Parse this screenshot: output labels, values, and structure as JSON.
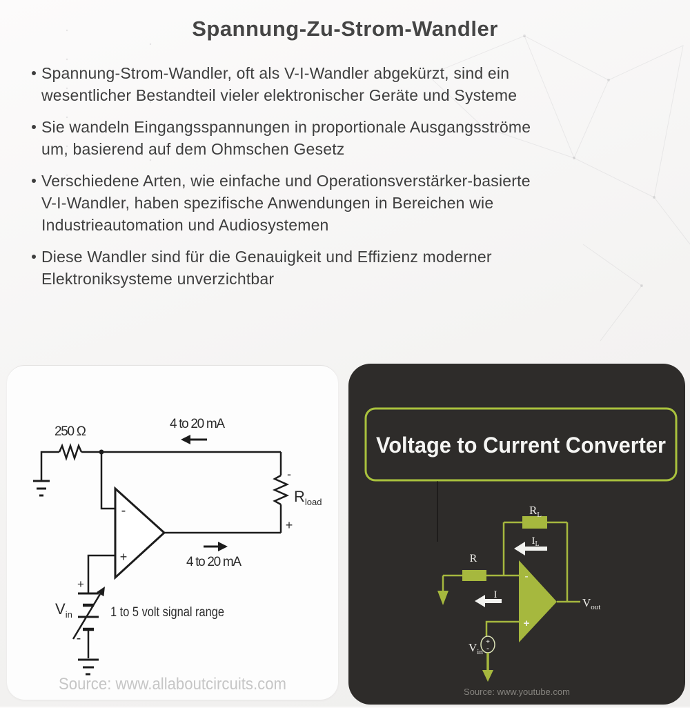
{
  "page": {
    "title": "Spannung-Zu-Strom-Wandler",
    "bullets": [
      {
        "lines": [
          "Spannung-Strom-Wandler, oft als V-I-Wandler abgekürzt, sind ein",
          "wesentlicher Bestandteil vieler elektronischer Geräte und Systeme"
        ]
      },
      {
        "lines": [
          "Sie wandeln Eingangsspannungen in proportionale Ausgangsströme",
          "um, basierend auf dem Ohmschen Gesetz"
        ]
      },
      {
        "lines": [
          "Verschiedene Arten, wie einfache und Operationsverstärker-basierte",
          "V-I-Wandler, haben spezifische Anwendungen in Bereichen wie",
          "Industrieautomation und Audiosystemen"
        ]
      },
      {
        "lines": [
          "Diese Wandler sind für die Genauigkeit und Effizienz moderner",
          "Elektroniksysteme unverzichtbar"
        ]
      }
    ]
  },
  "left_figure": {
    "resistor_label": "250 Ω",
    "current_top": "4 to 20 mA",
    "current_bottom": "4 to 20 mA",
    "rload": {
      "main": "R",
      "sub": "load"
    },
    "rload_minus": "-",
    "rload_plus": "+",
    "opamp_minus": "-",
    "opamp_plus": "+",
    "battery_plus": "+",
    "battery_minus": "-",
    "vin": {
      "main": "V",
      "sub": "in"
    },
    "signal_range": "1 to 5 volt signal range",
    "source": "Source: www.allaboutcircuits.com"
  },
  "right_figure": {
    "title": "Voltage to Current Converter",
    "rl": {
      "main": "R",
      "sub": "L"
    },
    "il": {
      "main": "I",
      "sub": "L"
    },
    "r_label": "R",
    "i_label": "I",
    "vout": {
      "main": "V",
      "sub": "out"
    },
    "vin": {
      "main": "V",
      "sub": "in"
    },
    "opamp_minus": "-",
    "opamp_plus": "+",
    "vin_source_plus": "+",
    "vin_source_minus": "-",
    "source": "Source: www.youtube.com"
  },
  "colors": {
    "accent_green": "#a6b83e",
    "title_box_border": "#a9c23d",
    "dark_panel_bg": "#2e2c2a",
    "page_text": "#3e3e3e",
    "left_source_gray": "#c6c6c6",
    "right_source_gray": "#85837e"
  }
}
